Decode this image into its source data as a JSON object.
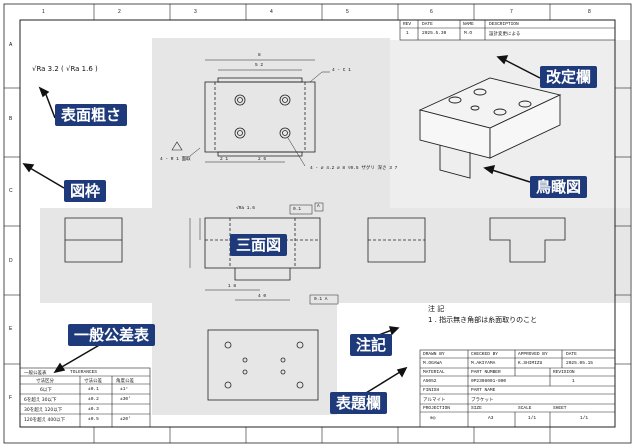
{
  "frame": {
    "col_labels": [
      "1",
      "2",
      "3",
      "4",
      "5",
      "6",
      "7",
      "8"
    ],
    "row_labels": [
      "A",
      "B",
      "C",
      "D",
      "E",
      "F"
    ]
  },
  "labels": {
    "surface": "表面粗さ",
    "frame": "図枠",
    "three_view": "三面図",
    "revision": "改定欄",
    "isometric": "鳥瞰図",
    "tolerance": "一般公差表",
    "notes": "注記",
    "title_block": "表題欄"
  },
  "revision_table": {
    "headers": [
      "REV",
      "DATE",
      "NAME",
      "DESCRIPTION"
    ],
    "row": [
      "1",
      "2025.5.30",
      "M.O",
      "設計変更による"
    ]
  },
  "surface_symbol": "√Ra 3.2 ( √Ra 1.6 )",
  "top_view_dims": {
    "overall": "8",
    "inner": "5 2",
    "bottom_a": "2 1",
    "bottom_b": "2 6",
    "hole": "4 - C 1",
    "chamfer": "4 - R 1 面取",
    "spec": "4 - ⌀ 4.2 ⌀ 8 ▽0.5 ザグリ  深さ 3 7"
  },
  "front_view_dims": {
    "top": "√Ra 1.6",
    "flat": "0.1",
    "w1": "1 8",
    "w2": "4 0",
    "perp": "0.1 A",
    "datum": "A"
  },
  "notes": {
    "title": "注 記",
    "item1": "1 .    指示無き角部は糸面取りのこと"
  },
  "tolerance_table": {
    "title": "一般公差表",
    "subtitle": "TOLERANCES",
    "headers": [
      "寸法区分",
      "寸法公差",
      "角度公差"
    ],
    "rows": [
      [
        "6以下",
        "±0.1",
        "±1°"
      ],
      [
        "6を超え 30以下",
        "±0.2",
        "±30'"
      ],
      [
        "30を超え 120以下",
        "±0.3",
        ""
      ],
      [
        "120を超え 400以下",
        "±0.5",
        "±20'"
      ]
    ]
  },
  "title_block": {
    "h1": [
      "DRAWN BY",
      "CHECKED BY",
      "APPROVED BY",
      "DATE"
    ],
    "v1": [
      "M.OGAWA",
      "M.AKIYAMA",
      "K.SHIMIZU",
      "2025.05.15"
    ],
    "h2": [
      "MATERIAL",
      "PART NUMBER",
      "REVISION"
    ],
    "v2": [
      "A5052",
      "0P2308001-000",
      "1"
    ],
    "h3": [
      "FINISH",
      "PART NAME"
    ],
    "v3": [
      "アルマイト",
      "ブラケット"
    ],
    "h4": [
      "PROJECTION",
      "SIZE",
      "SCALE",
      "SHEET"
    ],
    "v4": [
      "⊕◎",
      "A3",
      "1/1",
      "1/1"
    ]
  }
}
